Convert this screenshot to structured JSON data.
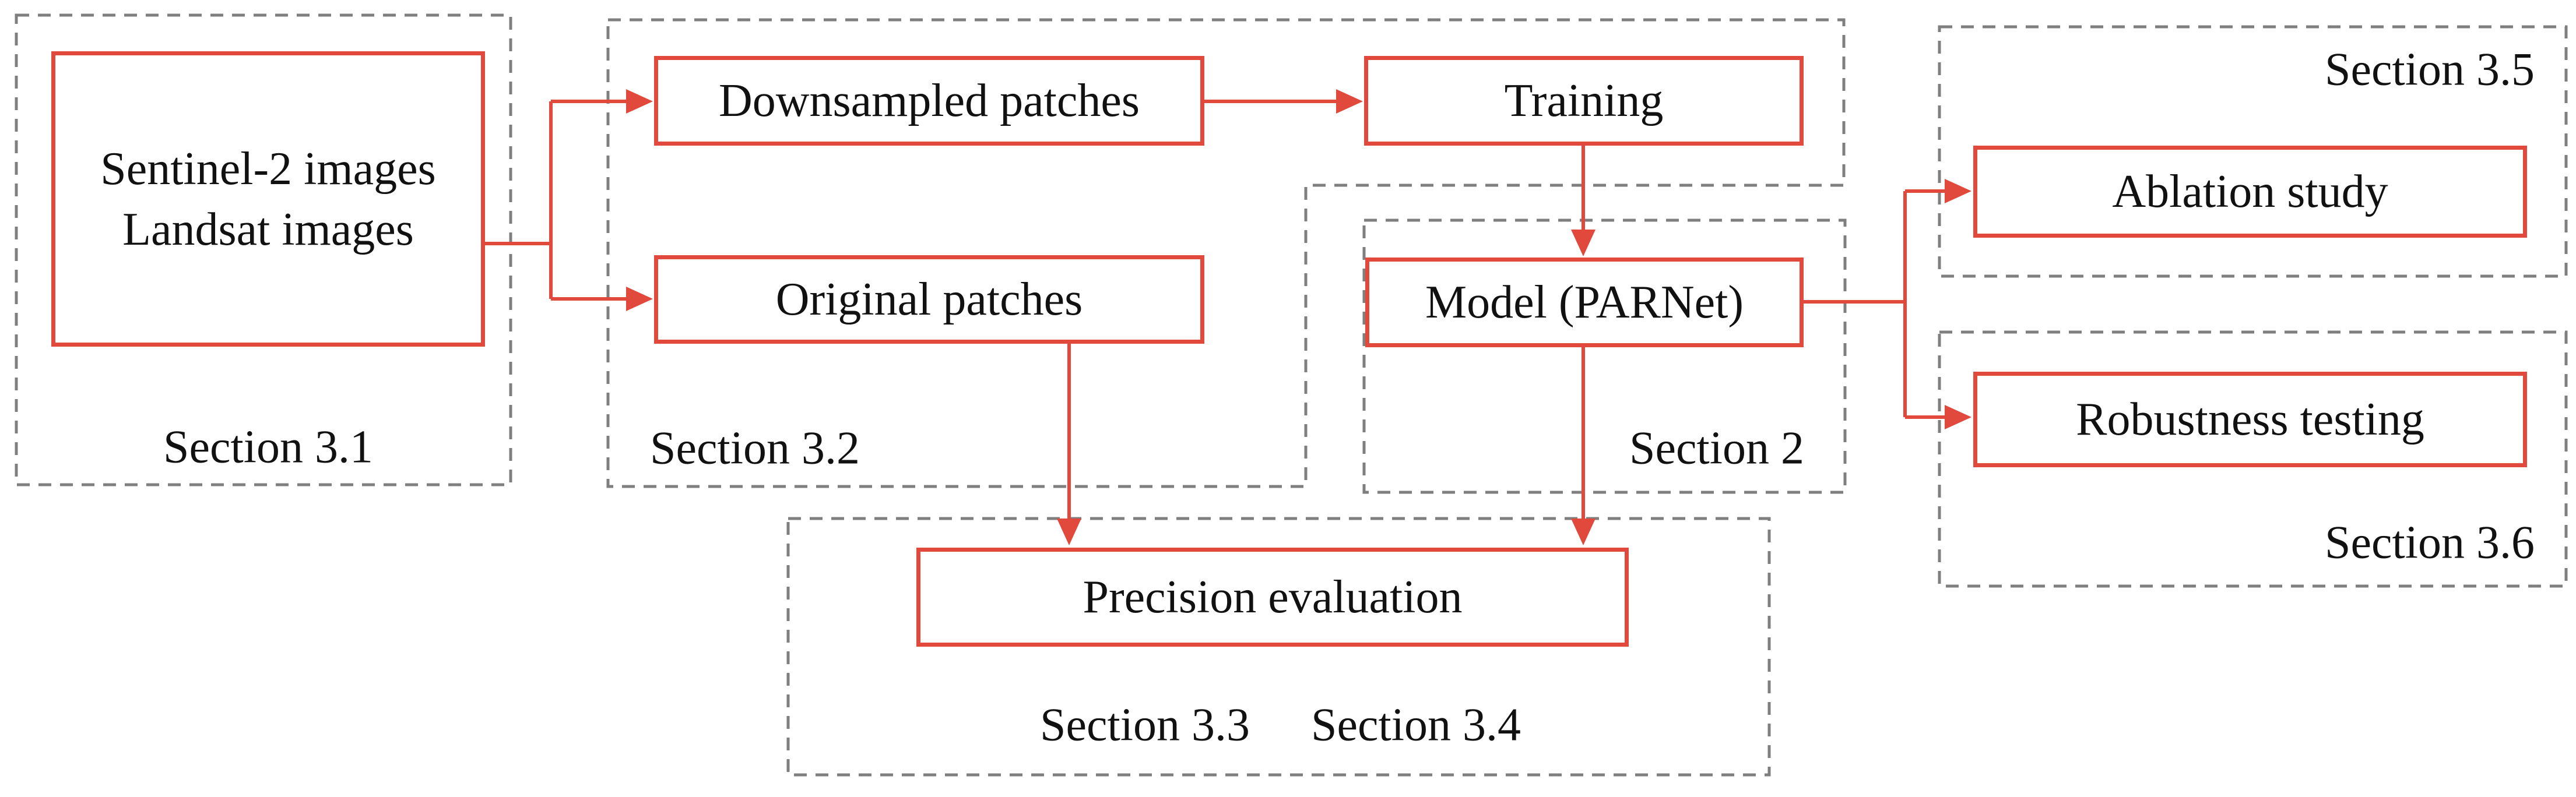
{
  "figure": {
    "type": "flowchart",
    "description": "Workflow diagram linking data sources, patch generation, model training and evaluation to paper sections"
  },
  "colors": {
    "red": "#E2493D",
    "gray": "#7F7F7F",
    "text": "#111111",
    "background": "#FFFFFF"
  },
  "nodes": {
    "sentinel": {
      "line1": "Sentinel-2 images",
      "line2": "Landsat images"
    },
    "downsampled": {
      "label": "Downsampled patches"
    },
    "training": {
      "label": "Training"
    },
    "original": {
      "label": "Original patches"
    },
    "model": {
      "label": "Model (PARNet)"
    },
    "ablation": {
      "label": "Ablation study"
    },
    "robustness": {
      "label": "Robustness testing"
    },
    "precision": {
      "label": "Precision evaluation"
    }
  },
  "sections": {
    "s31": {
      "label": "Section 3.1",
      "contains": [
        "sentinel"
      ]
    },
    "s32": {
      "label": "Section 3.2",
      "contains": [
        "downsampled",
        "original",
        "training"
      ]
    },
    "s2": {
      "label": "Section 2",
      "contains": [
        "model"
      ]
    },
    "s33": {
      "label": "Section 3.3",
      "contains": [
        "precision"
      ]
    },
    "s34": {
      "label": "Section 3.4",
      "contains": [
        "precision"
      ]
    },
    "s35": {
      "label": "Section 3.5",
      "contains": [
        "ablation"
      ]
    },
    "s36": {
      "label": "Section 3.6",
      "contains": [
        "robustness"
      ]
    }
  },
  "edges": [
    {
      "from": "sentinel",
      "to": "downsampled"
    },
    {
      "from": "sentinel",
      "to": "original"
    },
    {
      "from": "downsampled",
      "to": "training"
    },
    {
      "from": "training",
      "to": "model"
    },
    {
      "from": "original",
      "to": "precision"
    },
    {
      "from": "model",
      "to": "precision"
    },
    {
      "from": "model",
      "to": "ablation"
    },
    {
      "from": "model",
      "to": "robustness"
    }
  ]
}
